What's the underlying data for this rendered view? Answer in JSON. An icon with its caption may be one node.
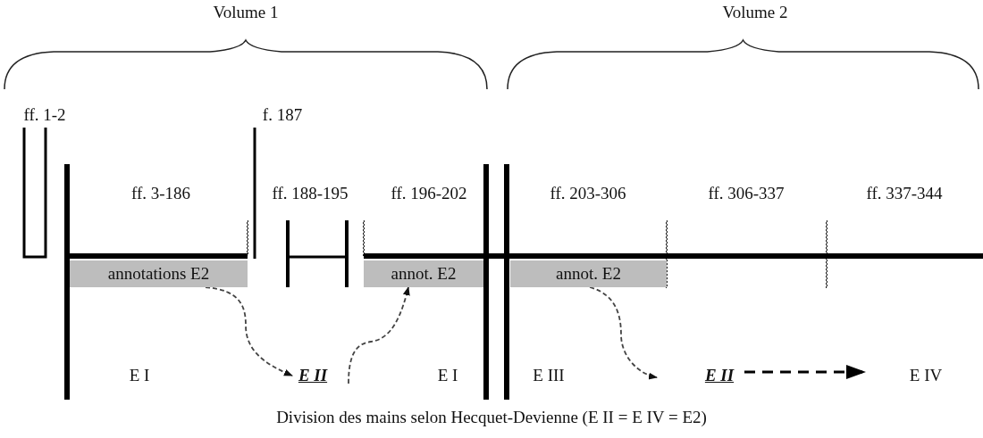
{
  "diagram": {
    "caption": "Division des mains selon Hecquet-Devienne (E II = E IV = E2)",
    "nodes": [
      {
        "text": [
          "annotations E2"
        ]
      },
      {
        "text": [
          "annot. E2"
        ]
      },
      {
        "text": [
          "annot. E2"
        ]
      },
      {
        "text": [
          "E I"
        ]
      },
      {
        "text": [
          "E II"
        ]
      },
      {
        "text": [
          "E I"
        ]
      },
      {
        "text": [
          "E III"
        ]
      },
      {
        "text": [
          "E II"
        ]
      },
      {
        "text": [
          "E IV"
        ]
      }
    ],
    "edges": [
      {
        "from": 0,
        "to": 4,
        "arrow": "to",
        "style": "dashed"
      },
      {
        "from": 4,
        "to": 1,
        "arrow": "to",
        "style": "dashed"
      },
      {
        "from": 2,
        "to": 7,
        "arrow": "to",
        "style": "dashed"
      },
      {
        "from": 7,
        "to": 8,
        "arrow": "to",
        "style": "dashed"
      }
    ],
    "labels": [
      "Volume 1",
      "Volume 2",
      "ff. 1-2",
      "f. 187",
      "ff. 3-186",
      "ff. 188-195",
      "ff. 196-202",
      "ff. 203-306",
      "ff. 306-337",
      "ff. 337-344"
    ]
  }
}
